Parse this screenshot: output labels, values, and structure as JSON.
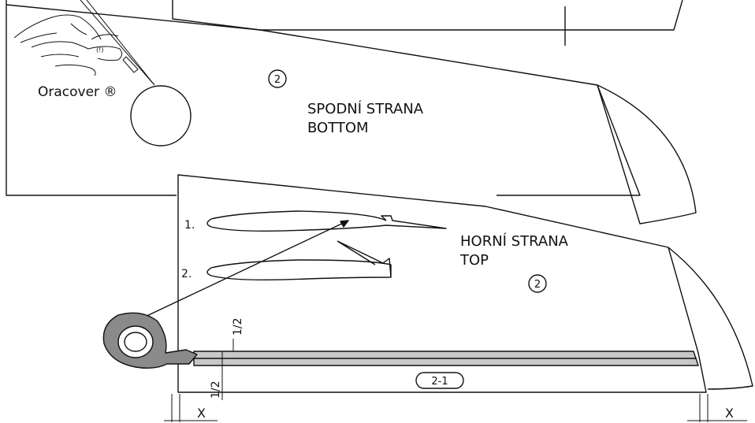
{
  "bottom_panel": {
    "material_label": "Oracover ®",
    "part_number": "2",
    "side_label_cz": "SPODNÍ STRANA",
    "side_label_en": "BOTTOM",
    "pen_mark": "(!)"
  },
  "top_panel": {
    "profile_1_label": "1.",
    "profile_2_label": "2.",
    "side_label_cz": "HORNÍ STRANA",
    "side_label_en": "TOP",
    "part_number": "2",
    "strip_part_number": "2-1",
    "dim_half_upper": "1/2",
    "dim_half_lower": "1/2",
    "dim_x_left": "X",
    "dim_x_right": "X"
  },
  "colors": {
    "line": "#111111",
    "tape": "#8a8a8a",
    "strip": "#c8c8c8"
  }
}
